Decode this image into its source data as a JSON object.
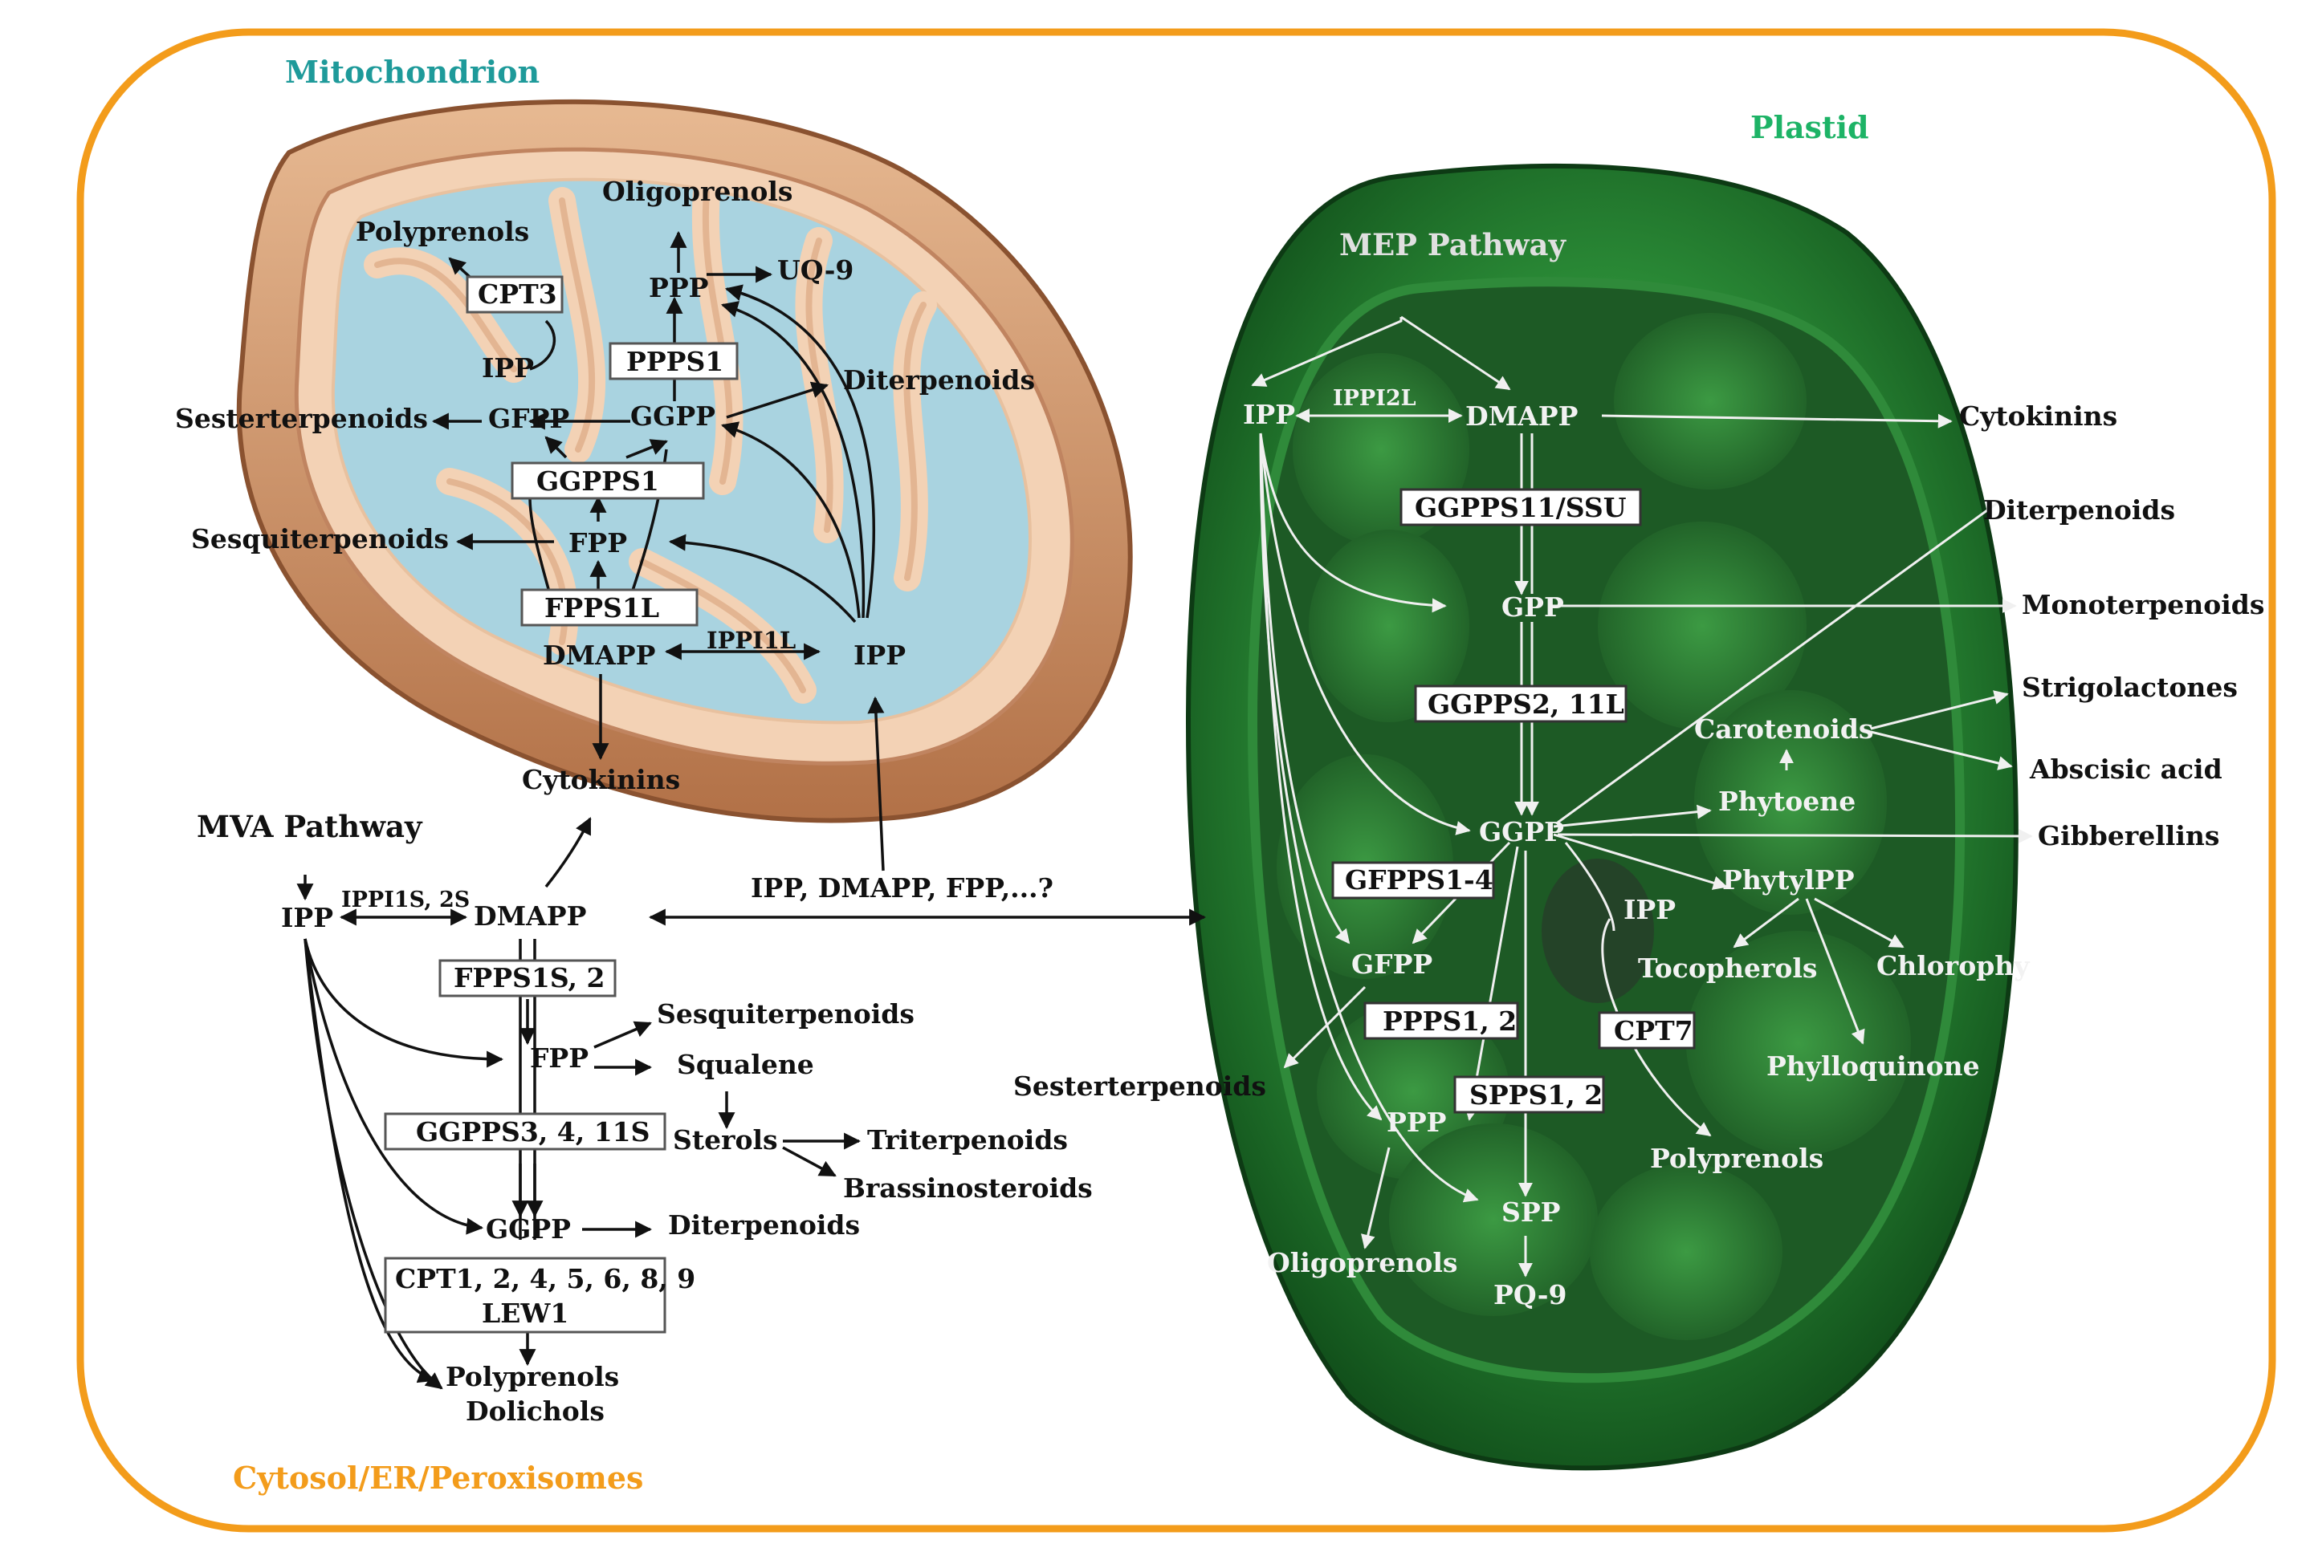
{
  "compartments": {
    "mitochondrion": "Mitochondrion",
    "plastid": "Plastid",
    "cytosol": "Cytosol/ER/Peroxisomes"
  },
  "colors": {
    "frame": "#f39c1b",
    "mito_title": "#1e9a9a",
    "plastid_title": "#1db366",
    "cytosol_title": "#f39c1b",
    "mito_outer": "#c98a5a",
    "mito_matrix": "#a9d3e0",
    "plastid_green": "#2f9a3f"
  },
  "mitochondrion": {
    "oligoprenols": "Oligoprenols",
    "polyprenols": "Polyprenols",
    "cpt3": "CPT3",
    "ppp": "PPP",
    "uq9": "UQ-9",
    "ipp_inner": "IPP",
    "ppps1": "PPPS1",
    "diterpenoids": "Diterpenoids",
    "sesterterpenoids": "Sesterterpenoids",
    "gfpp": "GFPP",
    "ggpp": "GGPP",
    "ggpps1": "GGPPS1",
    "sesquiterpenoids": "Sesquiterpenoids",
    "fpp": "FPP",
    "fpps1l": "FPPS1L",
    "dmapp": "DMAPP",
    "ippi1l": "IPPI1L",
    "ipp": "IPP",
    "cytokinins": "Cytokinins"
  },
  "cytosol": {
    "mva_pathway": "MVA Pathway",
    "ipp": "IPP",
    "ippi": "IPPI1S, 2S",
    "dmapp": "DMAPP",
    "exchange": "IPP, DMAPP, FPP,...?",
    "fpps": "FPPS1S, 2",
    "sesquiterpenoids": "Sesquiterpenoids",
    "fpp": "FPP",
    "squalene": "Squalene",
    "ggpps": "GGPPS3, 4, 11S",
    "sterols": "Sterols",
    "triterpenoids": "Triterpenoids",
    "brassinosteroids": "Brassinosteroids",
    "ggpp": "GGPP",
    "diterpenoids": "Diterpenoids",
    "cpt_line1": "CPT1, 2, 4, 5, 6, 8, 9",
    "cpt_line2": "LEW1",
    "polyprenols": "Polyprenols",
    "dolichols": "Dolichols"
  },
  "plastid": {
    "mep_pathway": "MEP Pathway",
    "ipp": "IPP",
    "ippi2l": "IPPI2L",
    "dmapp": "DMAPP",
    "cytokinins": "Cytokinins",
    "ggpps11_ssu": "GGPPS11/SSU",
    "diterpenoids": "Diterpenoids",
    "gpp": "GPP",
    "monoterpenoids": "Monoterpenoids",
    "ggpps2_11l": "GGPPS2, 11L",
    "strigolactones": "Strigolactones",
    "carotenoids": "Carotenoids",
    "abscisic_acid": "Abscisic acid",
    "phytoene": "Phytoene",
    "ggpp": "GGPP",
    "gibberellins": "Gibberellins",
    "gfpps": "GFPPS1-4",
    "ipp2": "IPP",
    "phytylpp": "PhytylPP",
    "gfpp": "GFPP",
    "tocopherols": "Tocopherols",
    "chlorophyll": "Chlorophy",
    "ppps12": "PPPS1, 2",
    "cpt7": "CPT7",
    "phylloquinone": "Phylloquinone",
    "sesterterpenoids": "Sesterterpenoids",
    "spps12": "SPPS1, 2",
    "ppp": "PPP",
    "polyprenols": "Polyprenols",
    "spp": "SPP",
    "oligoprenols": "Oligoprenols",
    "pq9": "PQ-9"
  }
}
